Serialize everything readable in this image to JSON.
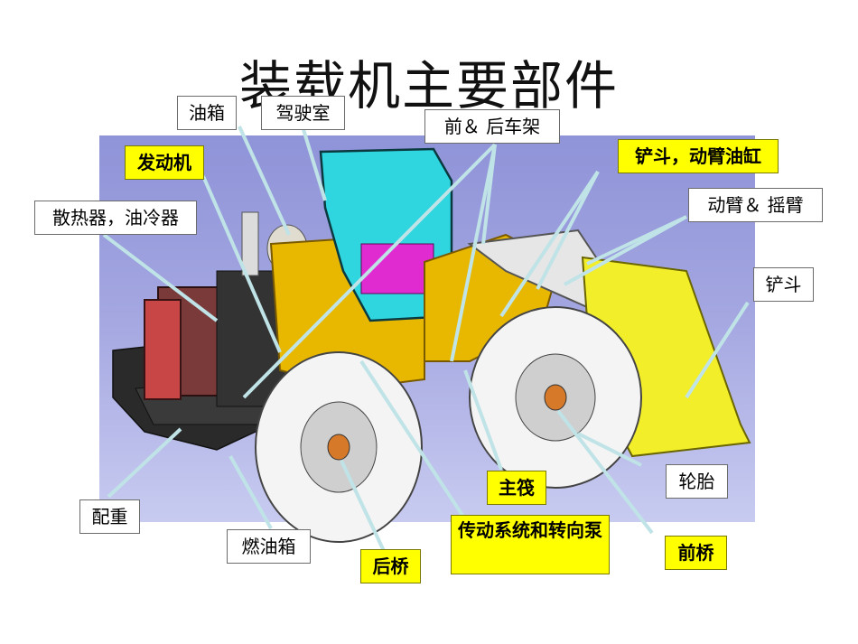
{
  "title": "装载机主要部件",
  "colors": {
    "background_panel": "#9b9edd",
    "highlight_label": "#ffff00",
    "leader_line": "#bfe3e6",
    "machine_body": "#e8b800",
    "cab_glass": "#2fd6e0",
    "bucket": "#f2ef2a",
    "tire": "#f4f4f4"
  },
  "labels": {
    "oil_tank": "油箱",
    "cab": "驾驶室",
    "frames": "前＆ 后车架",
    "engine": "发动机",
    "bucket_boom_cylinder": "铲斗，动臂油缸",
    "radiator_oil_cooler": "散热器，油冷器",
    "boom_rocker": "动臂＆ 摇臂",
    "bucket": "铲斗",
    "tire": "轮胎",
    "counterweight": "配重",
    "main_valve": "主筏",
    "fuel_tank": "燃油箱",
    "rear_axle": "后桥",
    "drivetrain_steering_pump": "传动系统和转向泵",
    "front_axle": "前桥"
  },
  "highlighted": [
    "发动机",
    "铲斗，动臂油缸",
    "主筏",
    "后桥",
    "传动系统和转向泵",
    "前桥"
  ]
}
